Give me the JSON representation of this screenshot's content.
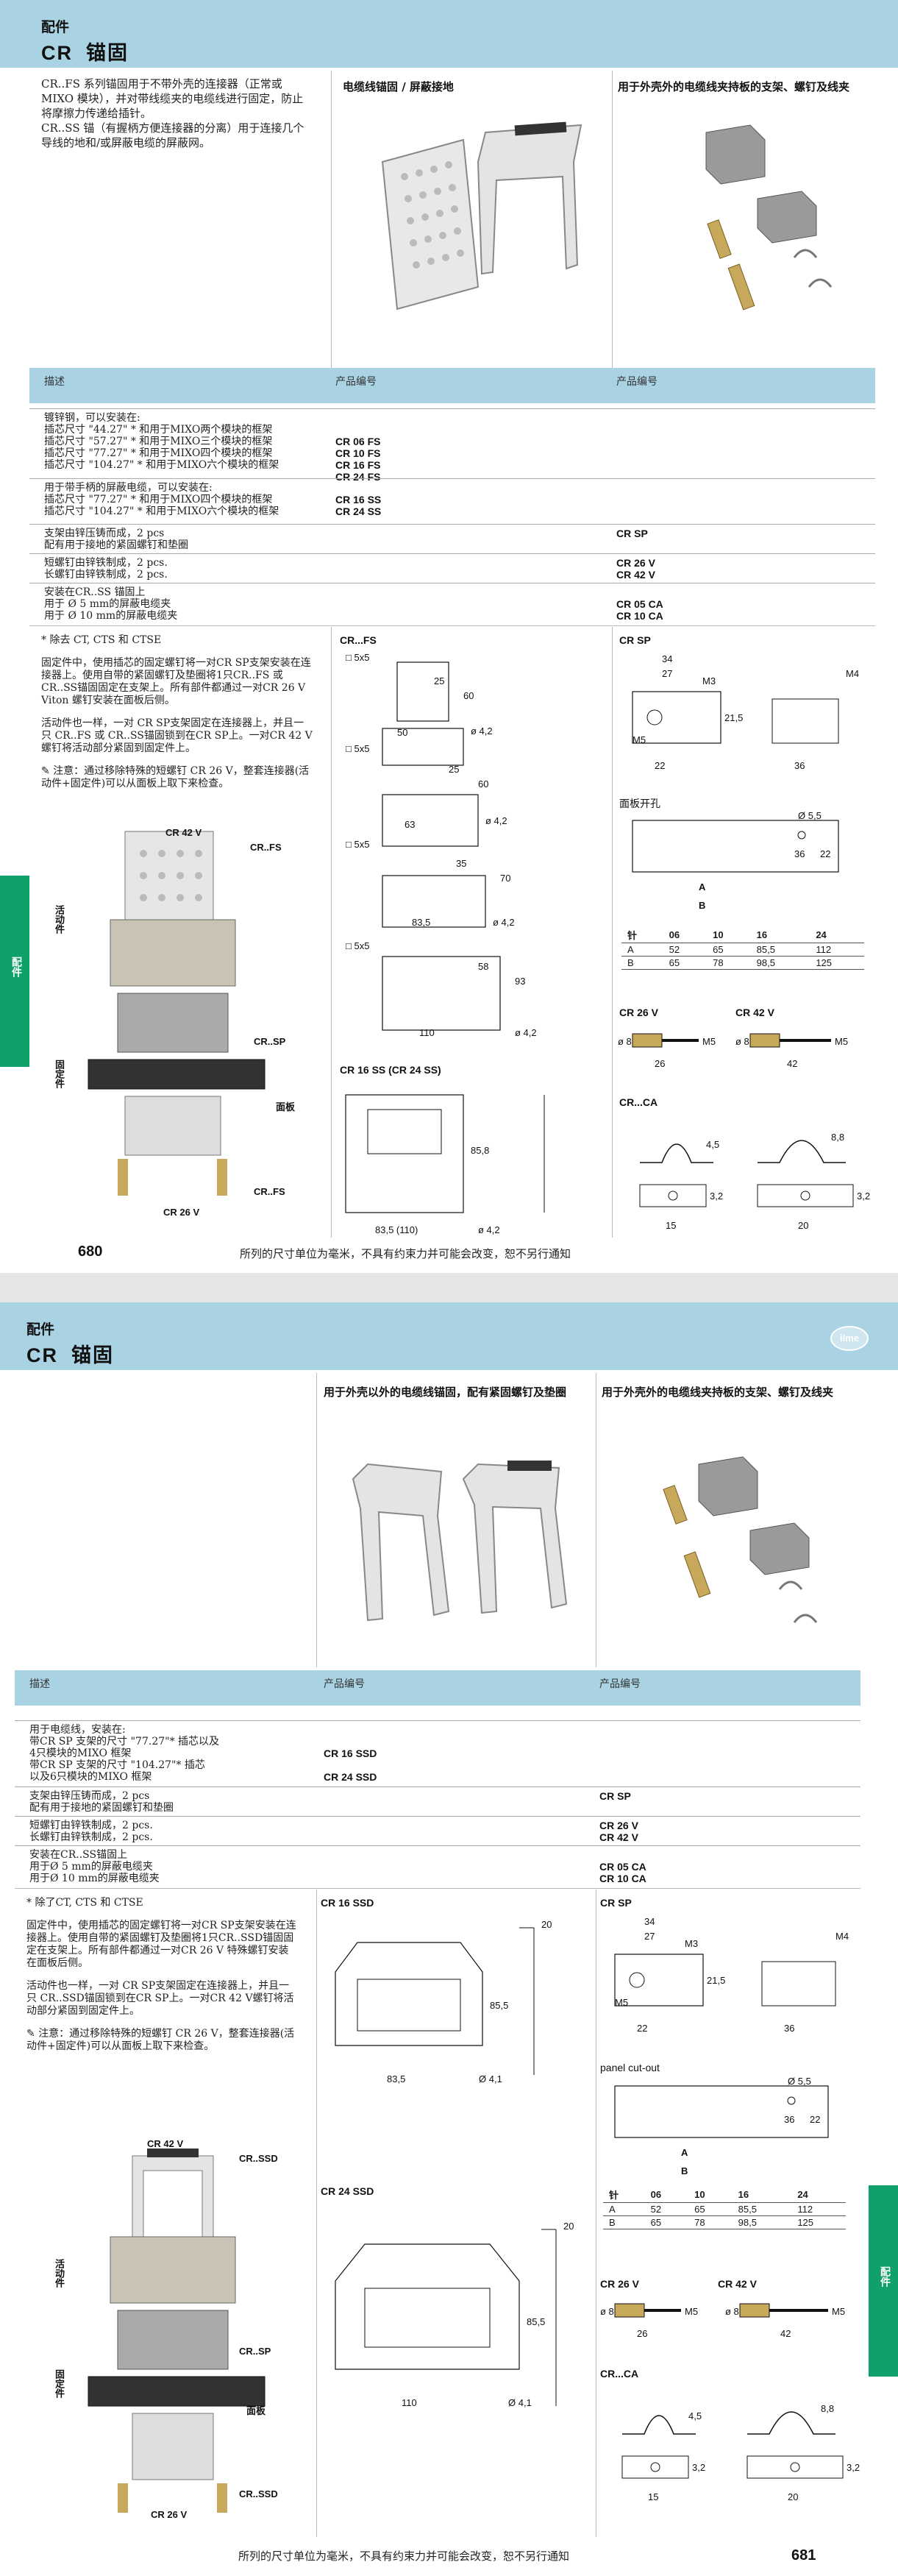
{
  "page1": {
    "category": "配件",
    "title_code": "CR",
    "title_cn": "锚固",
    "intro_1": "CR..FS 系列锚固用于不带外壳的连接器（正常或 MIXO 模块），并对带线缆夹的电缆线进行固定，防止将摩擦力传递给插针。",
    "intro_2": "CR..SS 锚（有握柄方便连接器的分离）用于连接几个导线的地和/或屏蔽电缆的屏蔽网。",
    "col2_head": "电缆线锚固 / 屏蔽接地",
    "col3_head": "用于外壳外的电缆线夹持板的支架、螺钉及线夹",
    "table_head": {
      "desc": "描述",
      "code1": "产品编号",
      "code2": "产品编号"
    },
    "rows": [
      {
        "desc": "镀锌钢，可以安装在:\n插芯尺寸 \"44.27\" * 和用于MIXO两个模块的框架\n插芯尺寸 \"57.27\" * 和用于MIXO三个模块的框架\n插芯尺寸 \"77.27\" * 和用于MIXO四个模块的框架\n插芯尺寸 \"104.27\" * 和用于MIXO六个模块的框架",
        "code1": "\n\nCR 06 FS\nCR 10 FS\nCR 16 FS\nCR 24 FS",
        "code2": ""
      },
      {
        "desc": "用于带手柄的屏蔽电缆，可以安装在:\n插芯尺寸 \"77.27\" * 和用于MIXO四个模块的框架\n插芯尺寸 \"104.27\" * 和用于MIXO六个模块的框架",
        "code1": "\nCR 16 SS\nCR 24 SS",
        "code2": ""
      },
      {
        "desc": "支架由锌压铸而成，2 pcs\n配有用于接地的紧固螺钉和垫圈",
        "code1": "",
        "code2": "CR SP"
      },
      {
        "desc": "短螺钉由锌铁制成，2 pcs.\n长螺钉由锌铁制成，2 pcs.",
        "code1": "",
        "code2": "CR 26 V\nCR 42 V"
      },
      {
        "desc": "安装在CR..SS 锚固上\n用于 Ø 5 mm的屏蔽电缆夹\n用于 Ø 10 mm的屏蔽电缆夹",
        "code1": "",
        "code2": "\nCR 05 CA\nCR 10 CA"
      }
    ],
    "note_except": "* 除去 CT, CTS 和 CTSE",
    "note_1": "固定件中，使用插芯的固定螺钉将一对CR SP支架安装在连接器上。使用自带的紧固螺钉及垫圈将1只CR..FS 或 CR..SS锚固固定在支架上。所有部件都通过一对CR 26 V Viton 螺钉安装在面板后侧。",
    "note_2": "活动件也一样，一对 CR SP支架固定在连接器上，并且一只 CR..FS 或 CR..SS锚固锁到在CR SP上。一对CR 42 V螺钉将活动部分紧固到固定件上。",
    "note_3": "注意：通过移除特殊的短螺钉 CR 26 V，整套连接器(活动件+固定件)可以从面板上取下来检查。",
    "assy_labels": {
      "top": "CR 42 V",
      "fs": "CR..FS",
      "sp": "CR..SP",
      "panel": "面板",
      "fs2": "CR..FS",
      "v26": "CR 26 V",
      "moving": "活动件",
      "fixed": "固定件"
    },
    "draw_fs": "CR...FS",
    "draw_ss": "CR 16 SS (CR 24 SS)",
    "draw_sp": "CR SP",
    "panel_cut": "面板开孔",
    "draw_v26": "CR 26 V",
    "draw_v42": "CR 42 V",
    "draw_ca": "CR...CA",
    "footer": "所列的尺寸单位为毫米，不具有约束力并可能会改变，恕不另行通知",
    "page_no": "680",
    "side_tab": "配件"
  },
  "page2": {
    "category": "配件",
    "title_code": "CR",
    "title_cn": "锚固",
    "logo": "ilme",
    "col2_head": "用于外壳以外的电缆线锚固，配有紧固螺钉及垫圈",
    "col3_head": "用于外壳外的电缆线夹持板的支架、螺钉及线夹",
    "table_head": {
      "desc": "描述",
      "code1": "产品编号",
      "code2": "产品编号"
    },
    "rows": [
      {
        "desc": "用于电缆线，安装在:\n带CR SP 支架的尺寸 \"77.27\"* 插芯以及\n4只模块的MIXO 框架\n带CR SP 支架的尺寸 \"104.27\"* 插芯\n以及6只模块的MIXO 框架",
        "code1": "\n\nCR 16 SSD\n\nCR 24 SSD",
        "code2": ""
      },
      {
        "desc": "支架由锌压铸而成，2 pcs\n配有用于接地的紧固螺钉和垫圈",
        "code1": "",
        "code2": "CR SP"
      },
      {
        "desc": "短螺钉由锌铁制成，2 pcs.\n长螺钉由锌铁制成，2 pcs.",
        "code1": "",
        "code2": "CR 26 V\nCR 42 V"
      },
      {
        "desc": "安装在CR..SS锚固上\n用于Ø 5 mm的屏蔽电缆夹\n用于Ø 10 mm的屏蔽电缆夹",
        "code1": "",
        "code2": "\nCR 05 CA\nCR 10 CA"
      }
    ],
    "note_except": "* 除了CT, CTS 和 CTSE",
    "note_1": "固定件中，使用插芯的固定螺钉将一对CR SP支架安装在连接器上。使用自带的紧固螺钉及垫圈将1只CR..SSD锚固固定在支架上。所有部件都通过一对CR 26 V 特殊螺钉安装在面板后侧。",
    "note_2": "活动件也一样，一对 CR SP支架固定在连接器上，并且一只 CR..SSD锚固锁到在CR SP上。一对CR 42 V螺钉将活动部分紧固到固定件上。",
    "note_3": "注意：通过移除特殊的短螺钉 CR 26 V，整套连接器(活动件+固定件)可以从面板上取下来检查。",
    "assy_labels": {
      "top": "CR 42 V",
      "ssd": "CR..SSD",
      "sp": "CR..SP",
      "panel": "面板",
      "ssd2": "CR..SSD",
      "v26": "CR 26 V",
      "moving": "活动件",
      "fixed": "固定件"
    },
    "draw_ssd16": "CR 16 SSD",
    "draw_ssd24": "CR 24 SSD",
    "draw_sp": "CR SP",
    "panel_cut": "panel cut-out",
    "draw_v26": "CR 26 V",
    "draw_v42": "CR 42 V",
    "draw_ca": "CR...CA",
    "footer": "所列的尺寸单位为毫米，不具有约束力并可能会改变，恕不另行通知",
    "page_no": "681",
    "side_tab": "配件"
  },
  "size_table": {
    "header": [
      "针",
      "06",
      "10",
      "16",
      "24"
    ],
    "rows": [
      [
        "A",
        "52",
        "65",
        "85,5",
        "112"
      ],
      [
        "B",
        "65",
        "78",
        "98,5",
        "125"
      ]
    ]
  },
  "dims": {
    "fs": {
      "sq": "□ 5x5",
      "d25": "25",
      "d60": "60",
      "d50": "50",
      "d42": "ø 4,2",
      "d63": "63",
      "d35": "35",
      "d70": "70",
      "d835": "83,5",
      "d58": "58",
      "d93": "93",
      "d110": "110"
    },
    "ss": {
      "d858": "85,8",
      "d835": "83,5 (110)",
      "d42": "ø 4,2"
    },
    "ssd": {
      "d20": "20",
      "d855": "85,5",
      "d835": "83,5",
      "d41": "Ø 4,1",
      "d110": "110"
    },
    "sp": {
      "d34": "34",
      "d27": "27",
      "m3": "M3",
      "m4": "M4",
      "d215": "21,5",
      "m5": "M5",
      "d22": "22",
      "d36": "36"
    },
    "cut": {
      "d55": "Ø 5,5",
      "d36": "36",
      "d22": "22",
      "a": "A",
      "b": "B"
    },
    "screw": {
      "d8": "ø 8",
      "m5": "M5",
      "d26": "26",
      "d42": "42"
    },
    "ca": {
      "d45": "4,5",
      "d88": "8,8",
      "d32": "3,2",
      "d15": "15",
      "d20": "20"
    }
  }
}
